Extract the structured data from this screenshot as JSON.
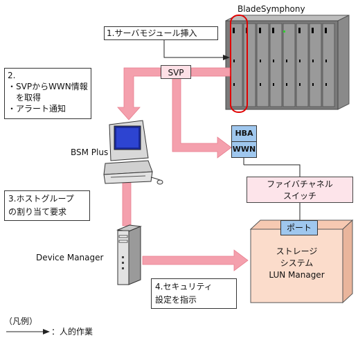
{
  "blade_label": "BladeSymphony",
  "svp_label": "SVP",
  "step1": "1.サーバモジュール挿入",
  "step2": [
    "2.",
    "・SVPからWWN情報",
    "　を取得",
    "・アラート通知"
  ],
  "step3": [
    "3.ホストグループ",
    "の割り当て要求"
  ],
  "step4": [
    "4.セキュリティ",
    "設定を指示"
  ],
  "hba_label": "HBA",
  "wwn_label": "WWN",
  "switch_label": [
    "ファイバチャネル",
    "スイッチ"
  ],
  "port_label": "ポート",
  "storage_label": [
    "ストレージ",
    "システム",
    "LUN Manager"
  ],
  "bsm_label": "BSM Plus",
  "device_manager_label": "Device Manager",
  "legend_title": "（凡例）",
  "legend_item": "：人的作業",
  "colors": {
    "flow": "#f4a0ad",
    "storage": "#fbdccb",
    "hba": "#9fc7ee",
    "highlight": "#e00000"
  }
}
